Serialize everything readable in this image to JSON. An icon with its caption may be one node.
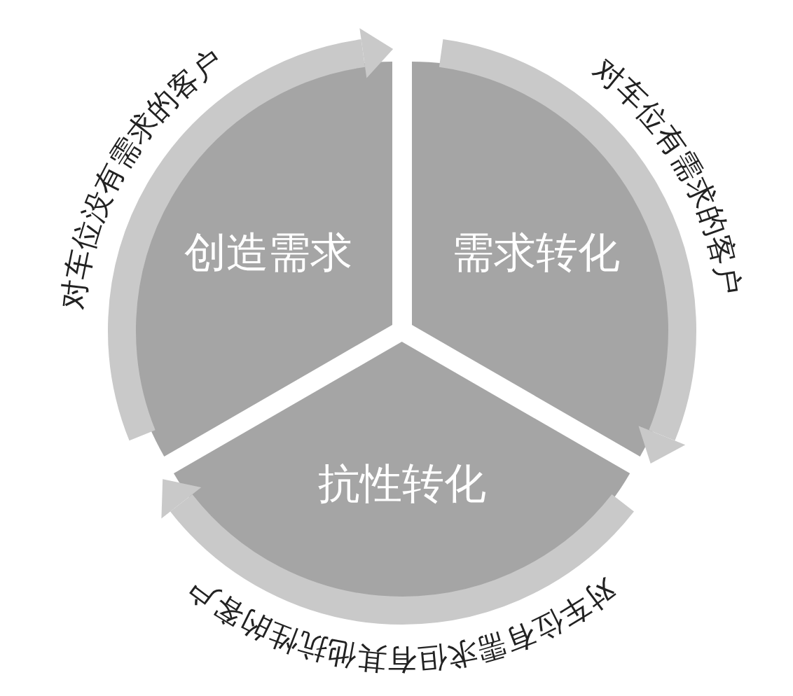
{
  "diagram": {
    "nodes": [
      {
        "text": [
          "创造需求"
        ]
      },
      {
        "text": [
          "需求转化"
        ]
      },
      {
        "text": [
          "抗性转化"
        ]
      }
    ],
    "edges": [
      {
        "from": 0,
        "to": 1,
        "arrow": "to",
        "label": "对车位没有需求的客户"
      },
      {
        "from": 1,
        "to": 2,
        "arrow": "to",
        "label": "对车位有需求的客户"
      },
      {
        "from": 2,
        "to": 0,
        "arrow": "to",
        "label": "对车位有需求但有其他抗性的客户"
      }
    ]
  }
}
